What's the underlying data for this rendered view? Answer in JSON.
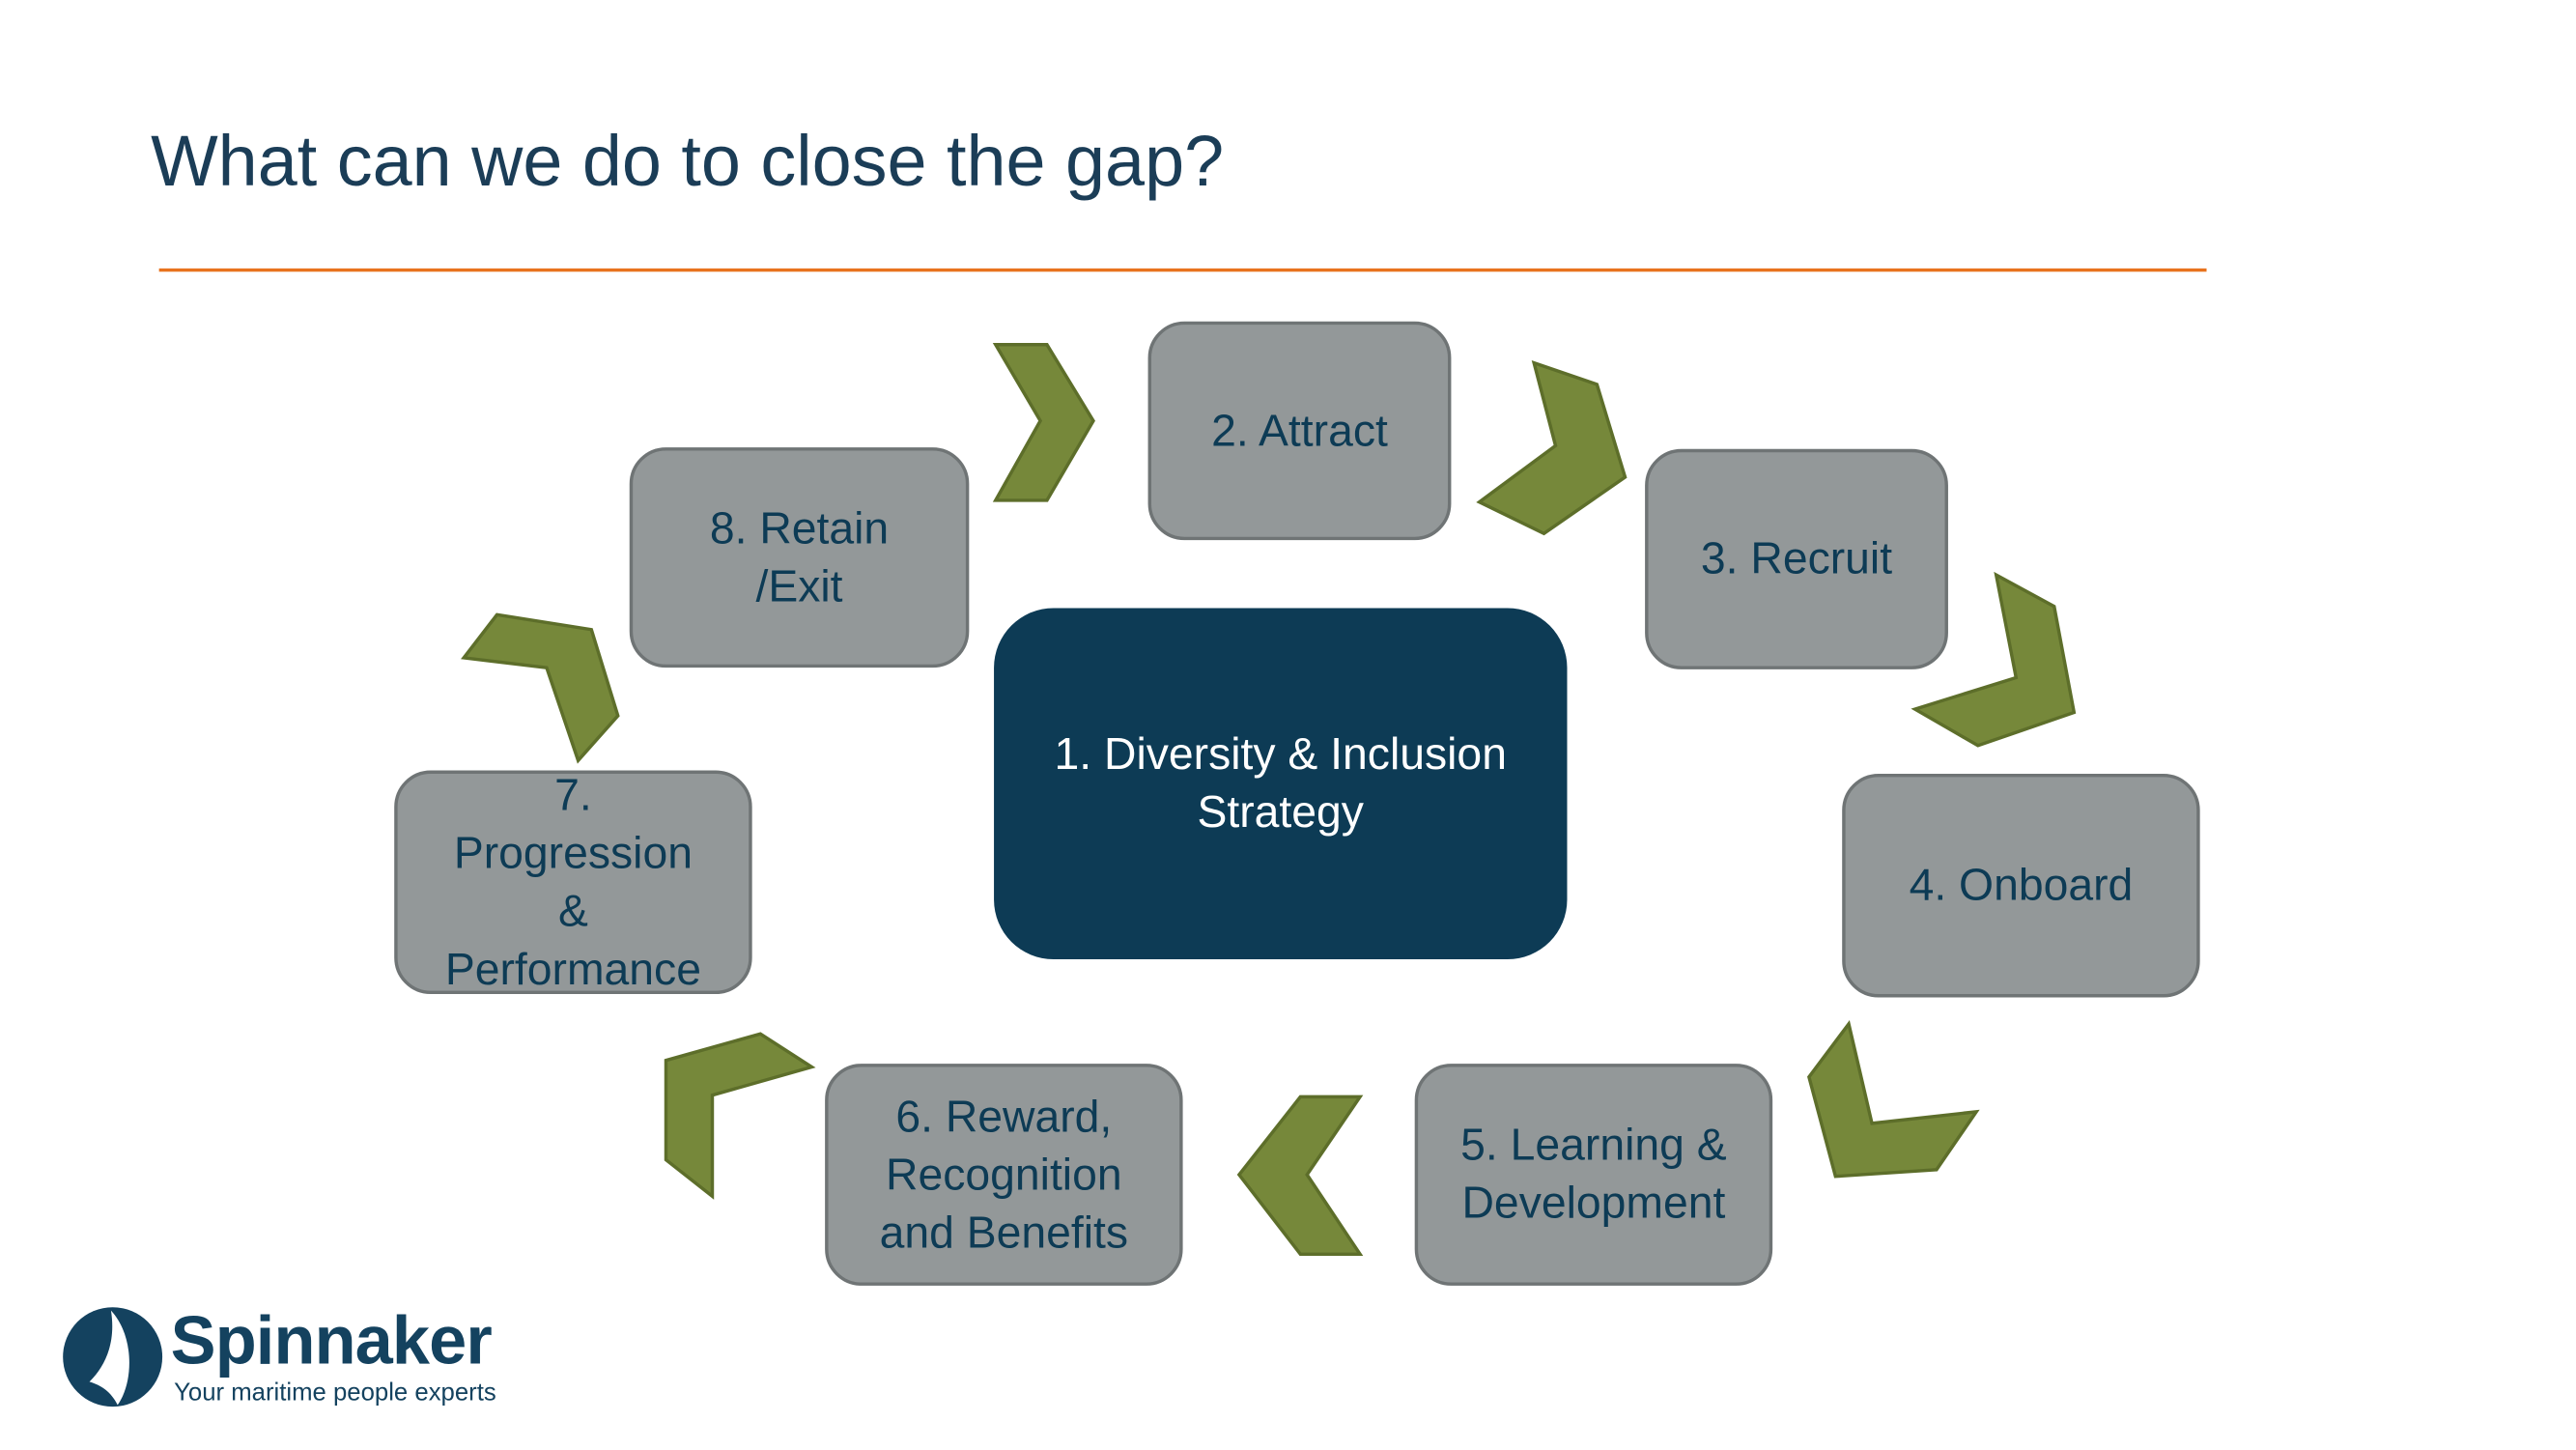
{
  "title": "What can we do to close the gap?",
  "colors": {
    "accent_line": "#e8731e",
    "box_fill": "#939899",
    "center_fill": "#0d3b55",
    "arrow_fill": "#76883a",
    "text": "#0d3b55"
  },
  "steps": [
    {
      "label": "1. Diversity & Inclusion\nStrategy"
    },
    {
      "label": "2. Attract"
    },
    {
      "label": "3. Recruit"
    },
    {
      "label": "4. Onboard"
    },
    {
      "label": "5. Learning &\nDevelopment"
    },
    {
      "label": "6. Reward,\nRecognition\nand Benefits"
    },
    {
      "label": "7.\nProgression\n&\nPerformance"
    },
    {
      "label": "8. Retain\n/Exit"
    }
  ],
  "logo": {
    "name": "Spinnaker",
    "tagline": "Your maritime people experts"
  }
}
